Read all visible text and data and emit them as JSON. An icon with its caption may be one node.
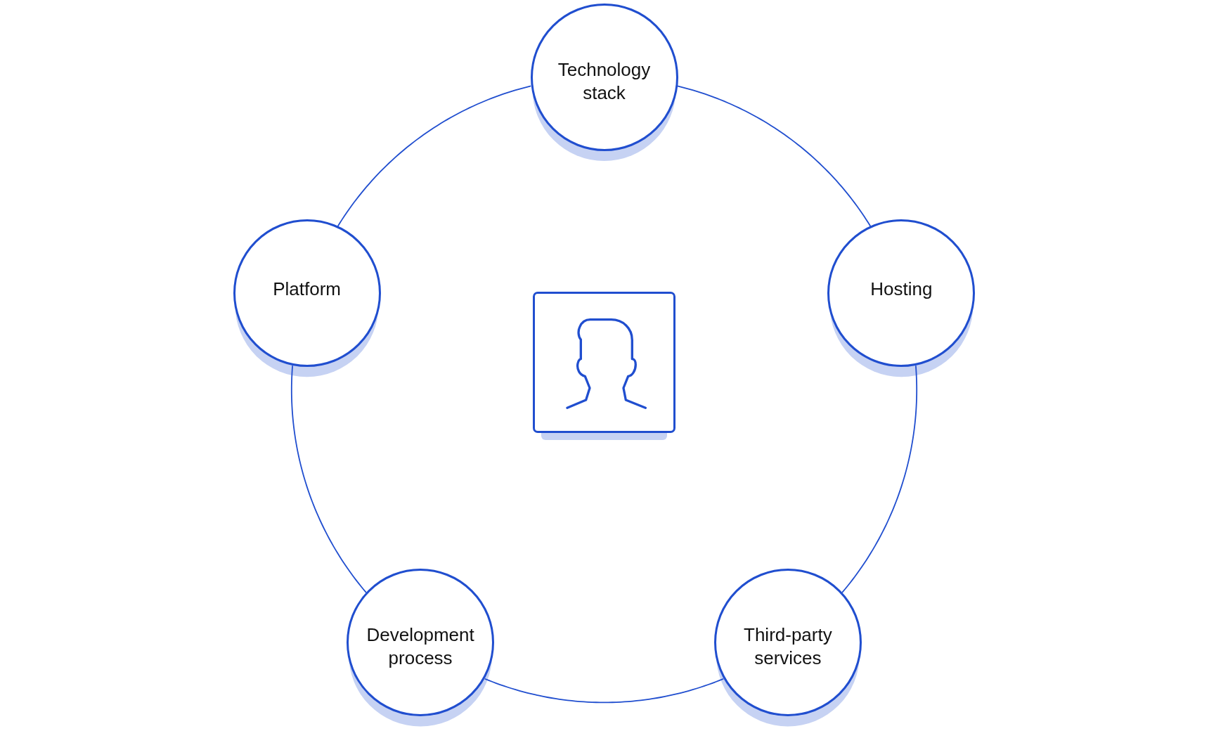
{
  "diagram": {
    "nodes": [
      {
        "text": [
          "Technology stack"
        ]
      },
      {
        "text": [
          "Platform"
        ]
      },
      {
        "text": [
          "Hosting"
        ]
      },
      {
        "text": [],
        "shape": "person"
      },
      {
        "text": [
          "Development process"
        ]
      },
      {
        "text": [
          "Third-party services"
        ]
      }
    ],
    "edges": [
      {
        "from": 0,
        "to": 2,
        "arrow": "none"
      },
      {
        "from": 2,
        "to": 5,
        "arrow": "none"
      },
      {
        "from": 5,
        "to": 4,
        "arrow": "none"
      },
      {
        "from": 4,
        "to": 1,
        "arrow": "none"
      },
      {
        "from": 1,
        "to": 0,
        "arrow": "none"
      }
    ]
  }
}
